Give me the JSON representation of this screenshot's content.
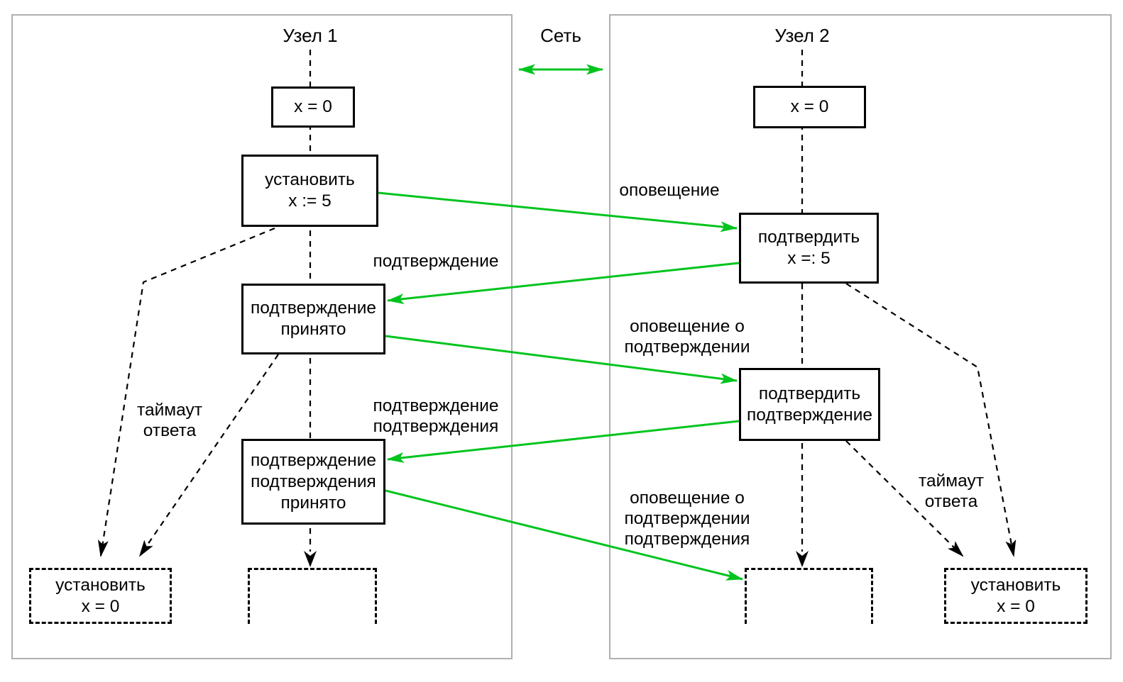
{
  "headers": {
    "node1": "Узел 1",
    "network": "Сеть",
    "node2": "Узел 2"
  },
  "node1": {
    "box_x0": {
      "l1": "x = 0"
    },
    "box_set5": {
      "l1": "установить",
      "l2": "x := 5"
    },
    "box_ack_received": {
      "l1": "подтверждение",
      "l2": "принято"
    },
    "box_ackack_received": {
      "l1": "подтверждение",
      "l2": "подтверждения",
      "l3": "принято"
    },
    "box_reset": {
      "l1": "установить",
      "l2": "x = 0"
    },
    "timeout": {
      "l1": "таймаут",
      "l2": "ответа"
    }
  },
  "node2": {
    "box_x0": {
      "l1": "x = 0"
    },
    "box_confirm5": {
      "l1": "подтвердить",
      "l2": "x =: 5"
    },
    "box_confirm_ack": {
      "l1": "подтвердить",
      "l2": "подтверждение"
    },
    "box_reset": {
      "l1": "установить",
      "l2": "x = 0"
    },
    "timeout": {
      "l1": "таймаут",
      "l2": "ответа"
    }
  },
  "messages": {
    "notify": {
      "l1": "оповещение"
    },
    "ack": {
      "l1": "подтверждение"
    },
    "notify_of_ack": {
      "l1": "оповещение о",
      "l2": "подтверждении"
    },
    "ack_of_ack": {
      "l1": "подтверждение",
      "l2": "подтверждения"
    },
    "notify_of_ack_ack": {
      "l1": "оповещение о",
      "l2": "подтверждении",
      "l3": "подтверждения"
    }
  },
  "colors": {
    "arrow_green": "#00c41e",
    "panel_border": "#b0b0b0",
    "line_black": "#000000"
  }
}
